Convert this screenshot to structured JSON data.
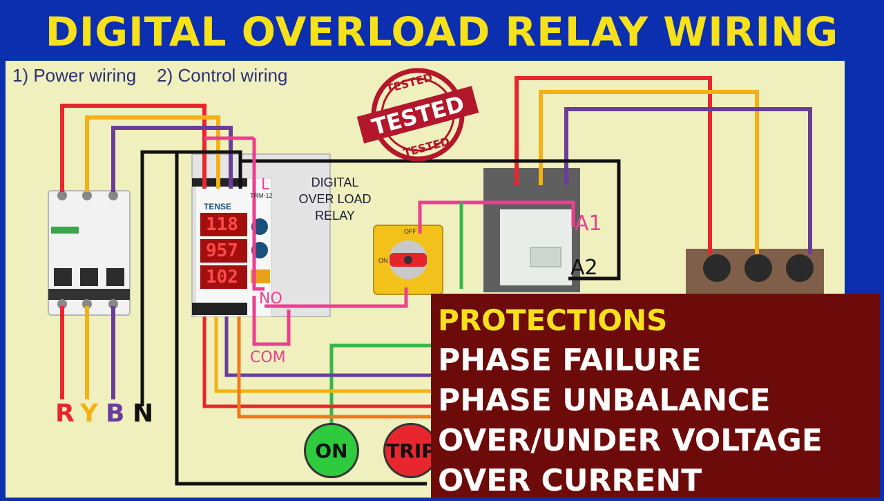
{
  "title": "DIGITAL OVERLOAD RELAY WIRING",
  "subtitle": [
    "1) Power wiring",
    "2) Control wiring"
  ],
  "stamp": {
    "top": "TESTED",
    "middle": "TESTED",
    "bottom": "TESTED"
  },
  "relay": {
    "caption": [
      "DIGITAL",
      "OVER LOAD",
      "RELAY"
    ],
    "brand": "TENSE",
    "model": "TRM-12",
    "displays": [
      "118",
      "957",
      "102"
    ],
    "labels": {
      "l": "L",
      "no": "NO",
      "com": "COM"
    }
  },
  "switch": {
    "off": "OFF",
    "on": "ON"
  },
  "contactor": {
    "a1": "A1",
    "a2": "A2"
  },
  "phases": [
    "R",
    "Y",
    "B",
    "N"
  ],
  "buttons": {
    "on": "ON",
    "trip": "TRIP"
  },
  "protections": {
    "heading": "PROTECTIONS",
    "items": [
      "PHASE FAILURE",
      "PHASE UNBALANCE",
      "OVER/UNDER VOLTAGE",
      "OVER CURRENT"
    ]
  },
  "colors": {
    "red": "#e8262e",
    "yellow": "#f3b115",
    "blue": "#6a3d9a",
    "neutral": "#111111",
    "control": "#ee3e8f",
    "green": "#38b54a",
    "orange": "#f07a1a"
  }
}
